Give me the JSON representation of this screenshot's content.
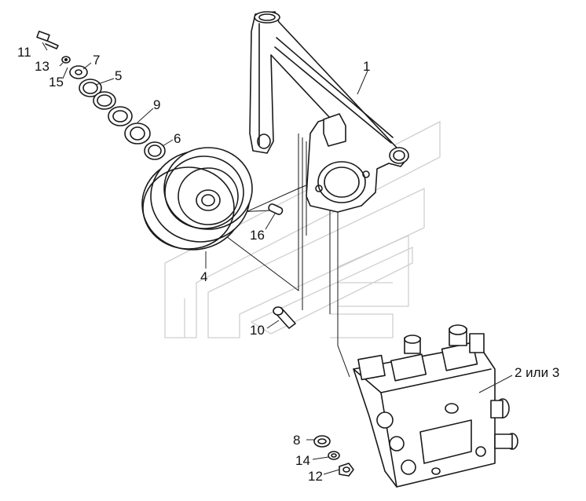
{
  "diagram": {
    "labels": {
      "l1": "1",
      "l2": "2 или 3",
      "l4": "4",
      "l5": "5",
      "l6": "6",
      "l7": "7",
      "l8": "8",
      "l9": "9",
      "l10": "10",
      "l11": "11",
      "l12": "12",
      "l13": "13",
      "l14": "14",
      "l15": "15",
      "l16": "16"
    }
  }
}
